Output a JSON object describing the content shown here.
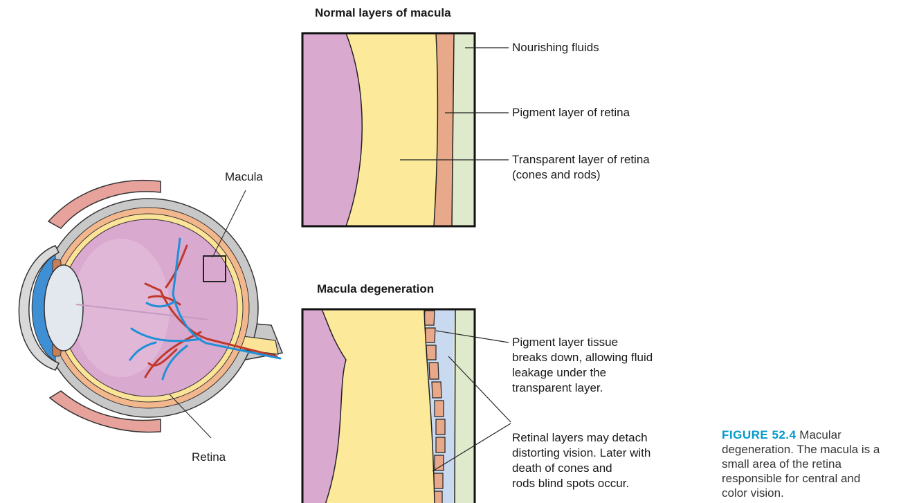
{
  "normal_panel": {
    "title": "Normal layers of macula",
    "labels": {
      "nourishing": "Nourishing fluids",
      "pigment": "Pigment layer of retina",
      "transparent": "Transparent layer of retina\n(cones and rods)"
    }
  },
  "degeneration_panel": {
    "title": "Macula degeneration",
    "labels": {
      "breakdown": "Pigment layer tissue\nbreaks down, allowing fluid\nleakage under the\ntransparent layer.",
      "detach": "Retinal layers may detach\ndistorting vision. Later with\ndeath of cones and\nrods blind spots occur."
    }
  },
  "eye_labels": {
    "macula": "Macula",
    "retina": "Retina"
  },
  "caption": {
    "number": "FIGURE 52.4",
    "text": "Macular degeneration. The macula is a small area of the retina responsible for central and color vision."
  },
  "colors": {
    "vitreous": "#d9a9cf",
    "transparent_layer": "#fde99a",
    "pigment_layer": "#e8a98a",
    "nourishing": "#dfe9cc",
    "fluid": "#c9d9ef",
    "sclera": "#c8c8c8",
    "artery": "#c0392b",
    "vein": "#1f8fd6",
    "caption_accent": "#0099cc"
  }
}
